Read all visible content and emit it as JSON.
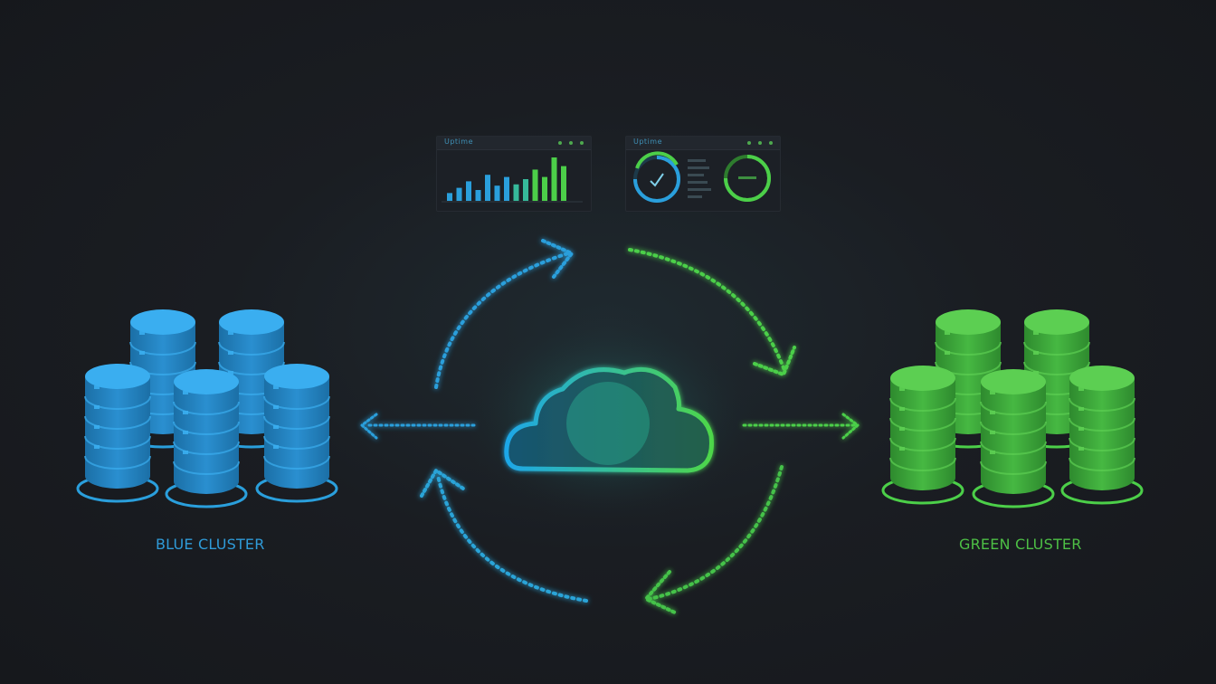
{
  "diagram": {
    "left_cluster": {
      "label": "BLUE CLUSTER",
      "color": "#2f9bd8",
      "database_count": 5
    },
    "right_cluster": {
      "label": "GREEN CLUSTER",
      "color": "#4dbf45",
      "database_count": 5
    },
    "center": {
      "icon": "cloud-icon",
      "gradient": [
        "#1ea7e8",
        "#4ed64a"
      ]
    },
    "panels": [
      {
        "title": "Uptime",
        "type": "bar-chart",
        "bar_levels": [
          0.18,
          0.3,
          0.45,
          0.25,
          0.6,
          0.35,
          0.55,
          0.38,
          0.5,
          0.72,
          0.55,
          1.0,
          0.8
        ]
      },
      {
        "title": "Uptime",
        "type": "gauges",
        "icons": [
          "check-icon",
          "status-ring-icon"
        ]
      }
    ],
    "arrows": {
      "cycle": [
        "top-left-up",
        "top-right-down",
        "bottom-right-down",
        "bottom-left-up"
      ],
      "horizontal": [
        "to-blue-cluster",
        "to-green-cluster"
      ]
    }
  }
}
